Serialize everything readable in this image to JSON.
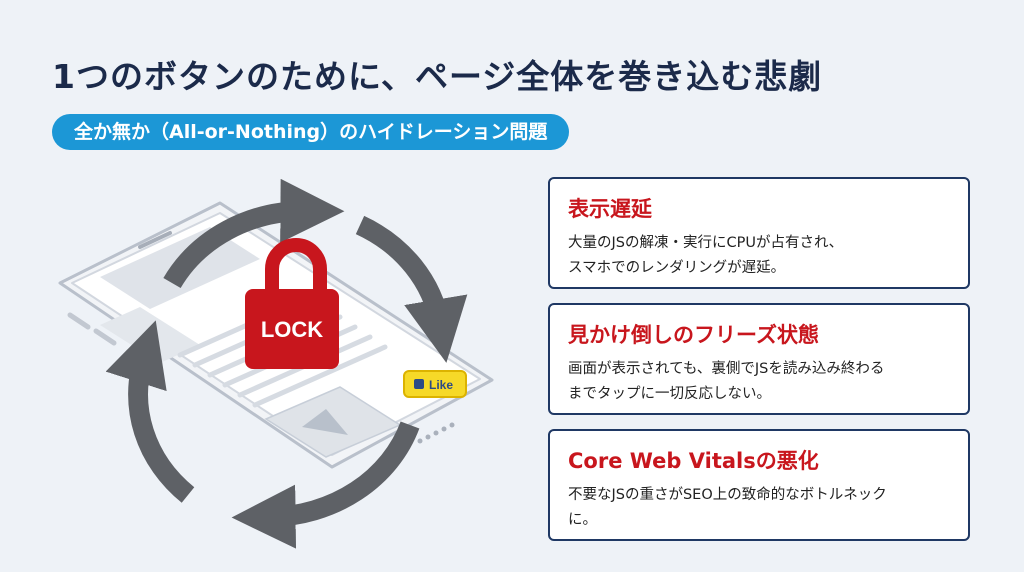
{
  "title": "1つのボタンのために、ページ全体を巻き込む悲劇",
  "subtitle": "全か無か（All-or-Nothing）のハイドレーション問題",
  "illustration": {
    "lock_label": "LOCK",
    "like_label": "Like",
    "lock_color": "#c8161d",
    "like_color": "#f6d928",
    "arrow_color": "#5e6166"
  },
  "cards": [
    {
      "title": "表示遅延",
      "lines": [
        "大量のJSの解凍・実行にCPUが占有され、",
        "スマホでのレンダリングが遅延。"
      ]
    },
    {
      "title": "見かけ倒しのフリーズ状態",
      "lines": [
        "画面が表示されても、裏側でJSを読み込み終わる",
        "までタップに一切反応しない。"
      ]
    },
    {
      "title": "Core Web Vitalsの悪化",
      "lines": [
        "不要なJSの重さがSEO上の致命的なボトルネック",
        "に。"
      ]
    }
  ]
}
